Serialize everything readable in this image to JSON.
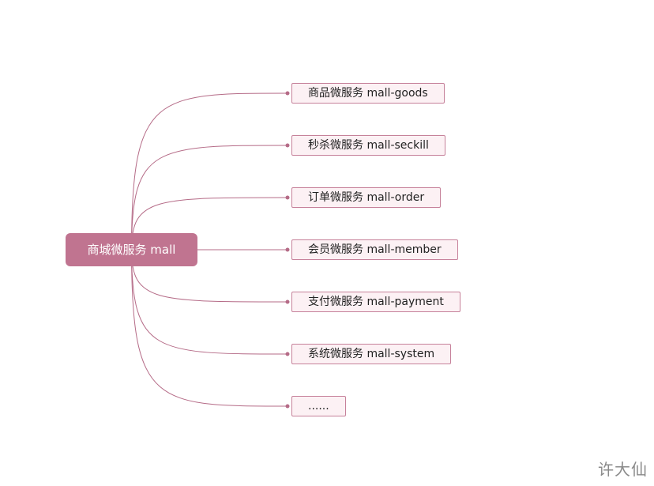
{
  "diagram": {
    "root": {
      "label": "商城微服务 mall"
    },
    "children": [
      {
        "label": "商品微服务 mall-goods"
      },
      {
        "label": "秒杀微服务 mall-seckill"
      },
      {
        "label": "订单微服务 mall-order"
      },
      {
        "label": "会员微服务 mall-member"
      },
      {
        "label": "支付微服务 mall-payment"
      },
      {
        "label": "系统微服务 mall-system"
      },
      {
        "label": "......"
      }
    ]
  },
  "watermark": "许大仙",
  "colors": {
    "root_fill": "#c07490",
    "link_stroke": "#b56b87",
    "child_border": "#c6819a",
    "child_fill": "#fcf1f4"
  }
}
